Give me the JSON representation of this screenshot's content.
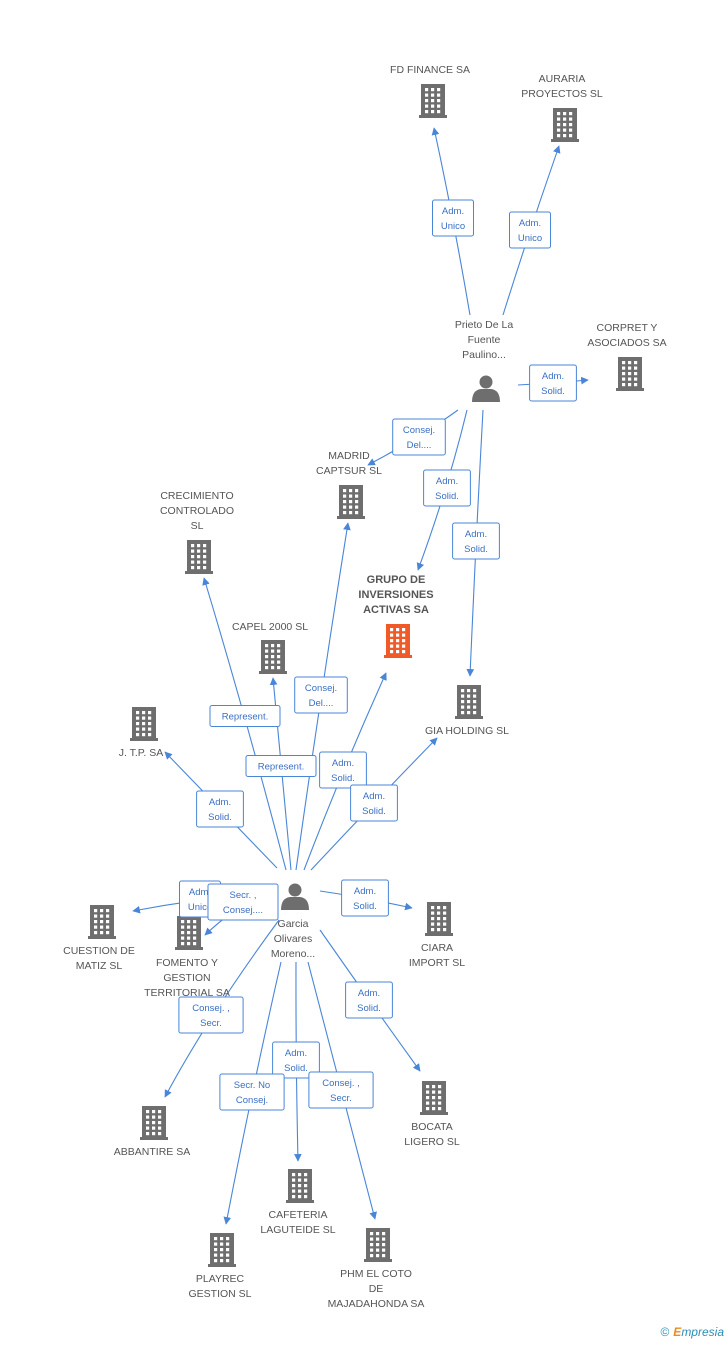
{
  "colors": {
    "company": "#6e6e6e",
    "focus": "#f05a28",
    "person": "#6e6e6e",
    "edge": "#4a86d8",
    "text": "#555555"
  },
  "nodes": [
    {
      "id": "fd_finance",
      "type": "company",
      "label": [
        "FD FINANCE SA"
      ]
    },
    {
      "id": "auraria",
      "type": "company",
      "label": [
        "AURARIA",
        "PROYECTOS SL"
      ]
    },
    {
      "id": "prieto",
      "type": "person",
      "label": [
        "Prieto De La",
        "Fuente",
        "Paulino..."
      ]
    },
    {
      "id": "corpret",
      "type": "company",
      "label": [
        "CORPRET Y",
        "ASOCIADOS SA"
      ]
    },
    {
      "id": "madrid_captsur",
      "type": "company",
      "label": [
        "MADRID",
        "CAPTSUR SL"
      ]
    },
    {
      "id": "crecimiento",
      "type": "company",
      "label": [
        "CRECIMIENTO",
        "CONTROLADO",
        "SL"
      ]
    },
    {
      "id": "grupo",
      "type": "focus",
      "label": [
        "GRUPO DE",
        "INVERSIONES",
        "ACTIVAS SA"
      ]
    },
    {
      "id": "capel",
      "type": "company",
      "label": [
        "CAPEL 2000  SL"
      ]
    },
    {
      "id": "gia",
      "type": "company",
      "label": [
        "GIA HOLDING SL"
      ]
    },
    {
      "id": "jtp",
      "type": "company",
      "label": [
        "J. T.P. SA"
      ]
    },
    {
      "id": "garcia",
      "type": "person",
      "label": [
        "Garcia",
        "Olivares",
        "Moreno..."
      ]
    },
    {
      "id": "cuestion",
      "type": "company",
      "label": [
        "CUESTION DE",
        "MATIZ SL"
      ]
    },
    {
      "id": "fomento",
      "type": "company",
      "label": [
        "FOMENTO Y",
        "GESTION",
        "TERRITORIAL SA"
      ]
    },
    {
      "id": "ciara",
      "type": "company",
      "label": [
        "CIARA",
        "IMPORT SL"
      ]
    },
    {
      "id": "abbantire",
      "type": "company",
      "label": [
        "ABBANTIRE SA"
      ]
    },
    {
      "id": "bocata",
      "type": "company",
      "label": [
        "BOCATA",
        "LIGERO SL"
      ]
    },
    {
      "id": "cafeteria",
      "type": "company",
      "label": [
        "CAFETERIA",
        "LAGUTEIDE SL"
      ]
    },
    {
      "id": "playrec",
      "type": "company",
      "label": [
        "PLAYREC",
        "GESTION SL"
      ]
    },
    {
      "id": "phm",
      "type": "company",
      "label": [
        "PHM EL COTO",
        "DE",
        "MAJADAHONDA SA"
      ]
    }
  ],
  "edges": [
    {
      "from": "prieto",
      "to": "fd_finance",
      "label": [
        "Adm.",
        "Unico"
      ]
    },
    {
      "from": "prieto",
      "to": "auraria",
      "label": [
        "Adm.",
        "Unico"
      ]
    },
    {
      "from": "prieto",
      "to": "corpret",
      "label": [
        "Adm.",
        "Solid."
      ]
    },
    {
      "from": "prieto",
      "to": "madrid_captsur",
      "label": [
        "Consej.",
        "Del...."
      ]
    },
    {
      "from": "prieto",
      "to": "grupo",
      "label": [
        "Adm.",
        "Solid."
      ]
    },
    {
      "from": "prieto",
      "to": "gia",
      "label": [
        "Adm.",
        "Solid."
      ]
    },
    {
      "from": "garcia",
      "to": "crecimiento",
      "label": [
        "Represent."
      ]
    },
    {
      "from": "garcia",
      "to": "madrid_captsur",
      "label": [
        "Consej.",
        "Del...."
      ]
    },
    {
      "from": "garcia",
      "to": "capel",
      "label": [
        "Represent."
      ]
    },
    {
      "from": "garcia",
      "to": "grupo",
      "label": [
        "Adm.",
        "Solid."
      ]
    },
    {
      "from": "garcia",
      "to": "gia",
      "label": [
        "Adm.",
        "Solid."
      ]
    },
    {
      "from": "garcia",
      "to": "jtp",
      "label": [
        "Adm.",
        "Solid."
      ]
    },
    {
      "from": "garcia",
      "to": "cuestion",
      "label": [
        "Adm.",
        "Unico"
      ]
    },
    {
      "from": "garcia",
      "to": "fomento",
      "label": [
        "Secr. ,",
        "Consej...."
      ]
    },
    {
      "from": "garcia",
      "to": "ciara",
      "label": [
        "Adm.",
        "Solid."
      ]
    },
    {
      "from": "garcia",
      "to": "abbantire",
      "label": [
        "Consej. ,",
        "Secr."
      ]
    },
    {
      "from": "garcia",
      "to": "bocata",
      "label": [
        "Adm.",
        "Solid."
      ]
    },
    {
      "from": "garcia",
      "to": "cafeteria",
      "label": [
        "Adm.",
        "Solid."
      ]
    },
    {
      "from": "garcia",
      "to": "playrec",
      "label": [
        "Secr.  No",
        "Consej."
      ]
    },
    {
      "from": "garcia",
      "to": "phm",
      "label": [
        "Consej. ,",
        "Secr."
      ]
    }
  ],
  "brand": {
    "copyright": "©",
    "e": "E",
    "rest": "mpresia"
  }
}
